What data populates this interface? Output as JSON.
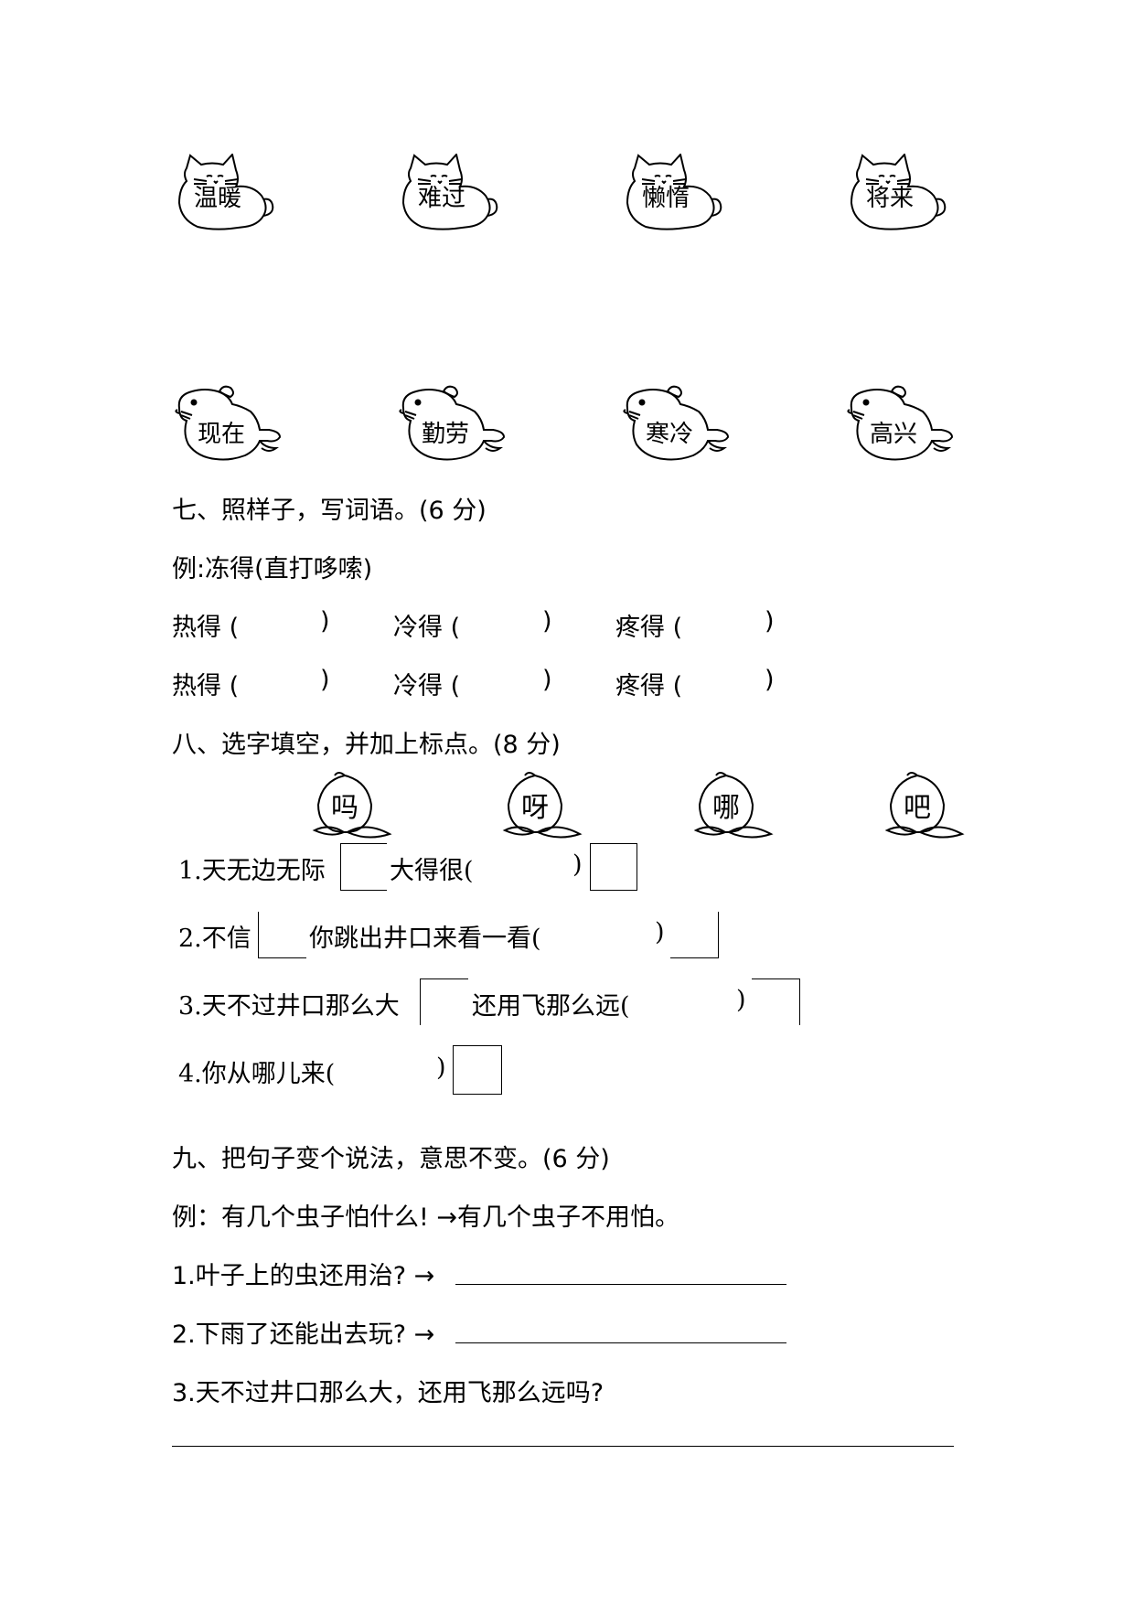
{
  "cats": [
    "温暖",
    "难过",
    "懒惰",
    "将来"
  ],
  "seals": [
    "现在",
    "勤劳",
    "寒冷",
    "高兴"
  ],
  "q7": {
    "title": "七、照样子，写词语。(6 分)",
    "example": "例:冻得(直打哆嗦)",
    "items": [
      "热得 (",
      "冷得 (",
      "疼得 ("
    ],
    "close": ")"
  },
  "q8": {
    "title": "八、选字填空，并加上标点。(8 分)",
    "chars": [
      "吗",
      "呀",
      "哪",
      "吧"
    ],
    "s1a": "1.天无边无际",
    "s1b": "大得很(",
    "s1c": ")",
    "s2a": "2.不信",
    "s2b": "你跳出井口来看一看(",
    "s2c": ")",
    "s3a": "3.天不过井口那么大",
    "s3b": "还用飞那么远(",
    "s3c": ")",
    "s4a": "4.你从哪儿来(",
    "s4c": ")"
  },
  "q9": {
    "title": "九、把句子变个说法，意思不变。(6 分)",
    "example": "例：有几个虫子怕什么! →有几个虫子不用怕。",
    "s1": "1.叶子上的虫还用治? →",
    "s2": "2.下雨了还能出去玩? →",
    "s3": "3.天不过井口那么大，还用飞那么远吗?"
  }
}
